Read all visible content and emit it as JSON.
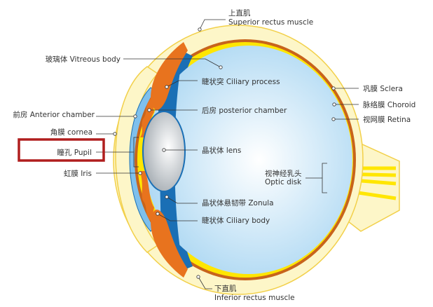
{
  "labels": {
    "superior_rectus_cn": "上直肌",
    "superior_rectus_en": "Superior rectus muscle",
    "vitreous": "玻璃体 Vitreous body",
    "ciliary_process": "睫状突  Ciliary process",
    "posterior_chamber": "后房 posterior chamber",
    "lens": "晶状体 lens",
    "optic_disk_cn": "视神经乳头",
    "optic_disk_en": "Optic disk",
    "zonula": "晶状体悬韧带 Zonula",
    "ciliary_body": "睫状体 Ciliary body",
    "inferior_rectus_cn": "下直肌",
    "inferior_rectus_en": "Inferior rectus muscle",
    "sclera": "巩膜 Sclera",
    "choroid": "脉络膜 Choroid",
    "retina": "视网膜 Retina",
    "anterior_chamber": "前房 Anterior chamber",
    "cornea": "角膜 cornea",
    "pupil": "瞳孔 Pupil",
    "iris": "虹膜 Iris"
  },
  "colors": {
    "sclera": "#fdf6c8",
    "sclera_edge": "#f2d04a",
    "retina": "#ffe600",
    "choroid": "#c8641c",
    "vitreous": "#bfe0f5",
    "ciliary": "#e8731e",
    "aqueous": "#1a6fb5",
    "lens": "#d5d9dd",
    "highlight_box": "#b01e1e"
  }
}
